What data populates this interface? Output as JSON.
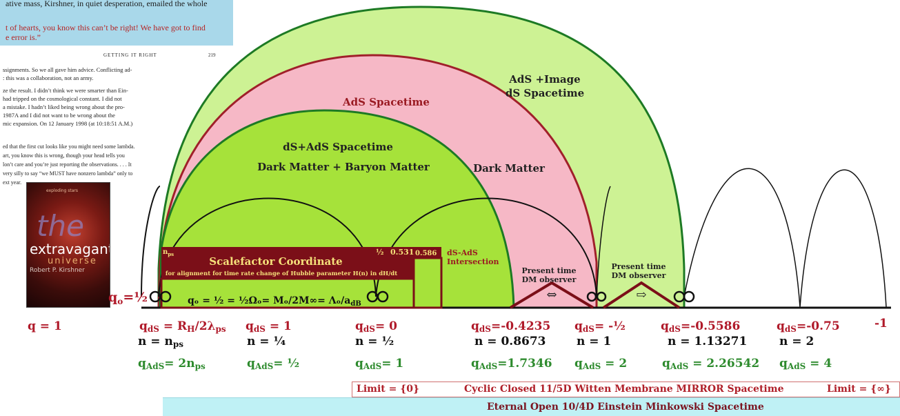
{
  "book_excerpt": {
    "top_lines": [
      "ative mass, Kirshner, in quiet desperation, emailed the whole",
      "t of hearts, you know this can’t be right! We have got to find",
      "e error is.”"
    ],
    "running_head": "GETTING IT RIGHT",
    "page_number": "219",
    "body_lines": [
      "ssignments. So we all gave him advice. Conflicting ad-",
      ": this was a collaboration, not an army.",
      "ze the result. I didn’t think we were smarter than Ein-",
      "had tripped on the cosmological constant. I did not",
      "a mistake. I hadn’t liked being wrong about the pro-",
      "1987A and I did not want to be wrong about the",
      "mic expansion. On 12 January 1998 (at 10:18:51 A.M.)"
    ],
    "quote_lines": [
      "ed that the first cut looks like you might need some lambda.",
      "art, you know this is wrong, though your head tells you",
      "lon’t care and you’re just reporting the observations. . . . It",
      "very silly to say “we MUST have nonzero lambda” only to",
      "ext year."
    ],
    "cover": {
      "small_text": "exploding stars",
      "the": "the",
      "title": "extravagant",
      "subtitle": "universe",
      "author": "Robert P. Kirshner"
    }
  },
  "regions": {
    "ads_image_line1": "AdS +Image",
    "ads_image_line2": "dS Spacetime",
    "ads_spacetime": "AdS Spacetime",
    "ds_ads_spacetime": "dS+AdS Spacetime",
    "dark_baryon": "Dark Matter + Baryon Matter",
    "dark_matter": "Dark Matter"
  },
  "scalefactor_box": {
    "npsSub": "ps",
    "title": "Scalefactor Coordinate",
    "subtitle": "for alignment for time rate change of  Hubble parameter H(n) in dH/dt",
    "half": "½",
    "val_531": "0.531",
    "val_586": "0.586",
    "intersection_line1": "dS-AdS",
    "intersection_line2": "Intersection"
  },
  "observers": {
    "left_line1": "Present time",
    "left_line2": "DM observer",
    "right_line1": "Present time",
    "right_line2": "DM observer",
    "left_arrow": "⇔",
    "right_arrow": "⇨"
  },
  "axis_labels": {
    "q0_label": "q",
    "q0_sub": "o",
    "q0_value": "=½",
    "formula": "qₒ = ½ = ½Ωₒ= Mₒ/2M∞=  Λₒ/a"
  },
  "columns": {
    "c1": {
      "q": "q = 1"
    },
    "c2": {
      "q_main": "q",
      "q_sub": "dS",
      "q_rest": " = R",
      "q_sub2": "H",
      "q_rest2": "/2λ",
      "q_sub3": "ps",
      "n_main": "n  = n",
      "n_sub": "ps",
      "a_main": "q",
      "a_sub": "AdS",
      "a_rest": "= 2n",
      "a_sub2": "ps"
    },
    "c3": {
      "q_main": "q",
      "q_sub": "dS",
      "q_rest": " =  1",
      "n": "n    = ¼",
      "a_main": "q",
      "a_sub": "AdS",
      "a_rest": "= ½"
    },
    "c4": {
      "q_main": "q",
      "q_sub": "dS",
      "q_rest": "= 0",
      "n": "n = ½",
      "a_main": "q",
      "a_sub": "AdS",
      "a_rest": "= 1"
    },
    "c5": {
      "q_main": "q",
      "q_sub": "dS",
      "q_rest": "=-0.4235",
      "n": "n = 0.8673",
      "a_main": "q",
      "a_sub": "AdS",
      "a_rest": "=1.7346"
    },
    "c6": {
      "q_main": "q",
      "q_sub": "dS",
      "q_rest": "= -½",
      "n": "n  = 1",
      "a_main": "q",
      "a_sub": "AdS",
      "a_rest": " = 2"
    },
    "c7": {
      "q_main": "q",
      "q_sub": "dS",
      "q_rest": "=-0.5586",
      "n": "n = 1.13271",
      "a_main": "q",
      "a_sub": "AdS",
      "a_rest": " = 2.26542"
    },
    "c8": {
      "q_main": "q",
      "q_sub": "dS",
      "q_rest": "=-0.75",
      "n": "n   = 2",
      "a_main": "q",
      "a_sub": "AdS",
      "a_rest": " = 4"
    },
    "c9": {
      "q": "-1"
    }
  },
  "limits": {
    "zero": "Limit = {0}",
    "mirror": "Cyclic  Closed 11/5D Witten Membrane MIRROR Spacetime",
    "infinity": "Limit = {∞}",
    "einstein": "Eternal Open 10/4D Einstein Minkowski Spacetime"
  },
  "colors": {
    "green_fill": "#cdf294",
    "lime_fill": "#a6e23a",
    "pink_fill": "#f6b8c6",
    "dark_red": "#7b0f18",
    "red_text": "#b01a2a",
    "green_text": "#2e8b2e",
    "cyan_bar": "#bff1f5"
  }
}
